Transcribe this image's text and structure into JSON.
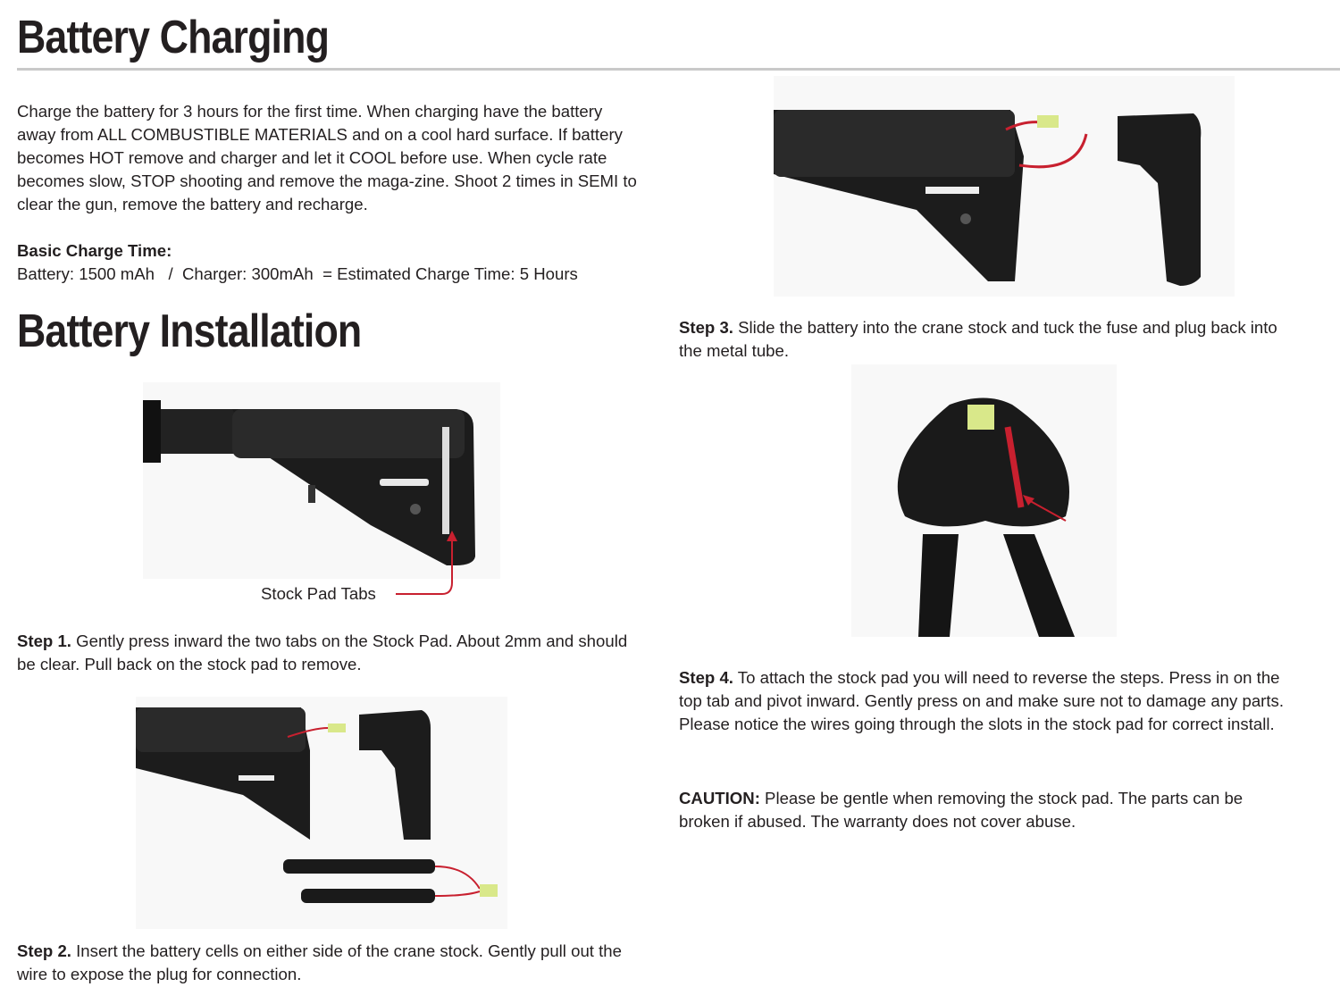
{
  "charging": {
    "title": "Battery Charging",
    "paragraph": "Charge the battery for 3 hours for the first time. When charging have the battery away from ALL COMBUSTIBLE MATERIALS and on a cool hard surface. If battery becomes HOT remove and charger and let it COOL before use. When cycle rate becomes slow, STOP shooting and remove the maga-zine. Shoot 2 times in SEMI to clear the gun, remove the battery and recharge.",
    "basic_label": "Basic Charge Time:",
    "basic_value": "Battery: 1500 mAh   /  Charger: 300mAh  = Estimated Charge Time: 5 Hours"
  },
  "installation": {
    "title": "Battery Installation",
    "caption": "Stock Pad Tabs",
    "steps": [
      {
        "label": "Step 1.",
        "text": " Gently press inward the two tabs on the Stock Pad.  About 2mm and should be clear. Pull back on the stock pad to remove."
      },
      {
        "label": "Step 2.",
        "text": " Insert the battery cells on either side of the crane stock. Gently pull out the wire to expose the plug for connection."
      },
      {
        "label": "Step 3.",
        "text": " Slide the battery into the crane stock and tuck the fuse and plug back into the metal tube."
      },
      {
        "label": "Step 4.",
        "text": " To attach the stock pad you will need to reverse the steps. Press in on the top tab and pivot inward. Gently press on and make sure not to damage any parts. Please notice the wires going through the slots in the stock pad for correct install."
      }
    ],
    "caution": {
      "label": "CAUTION:",
      "text": " Please be gentle when removing the stock pad. The parts can be broken if abused. The warranty does not cover abuse."
    }
  },
  "colors": {
    "accent_red": "#c8202f",
    "rule": "#c9c9c9"
  }
}
